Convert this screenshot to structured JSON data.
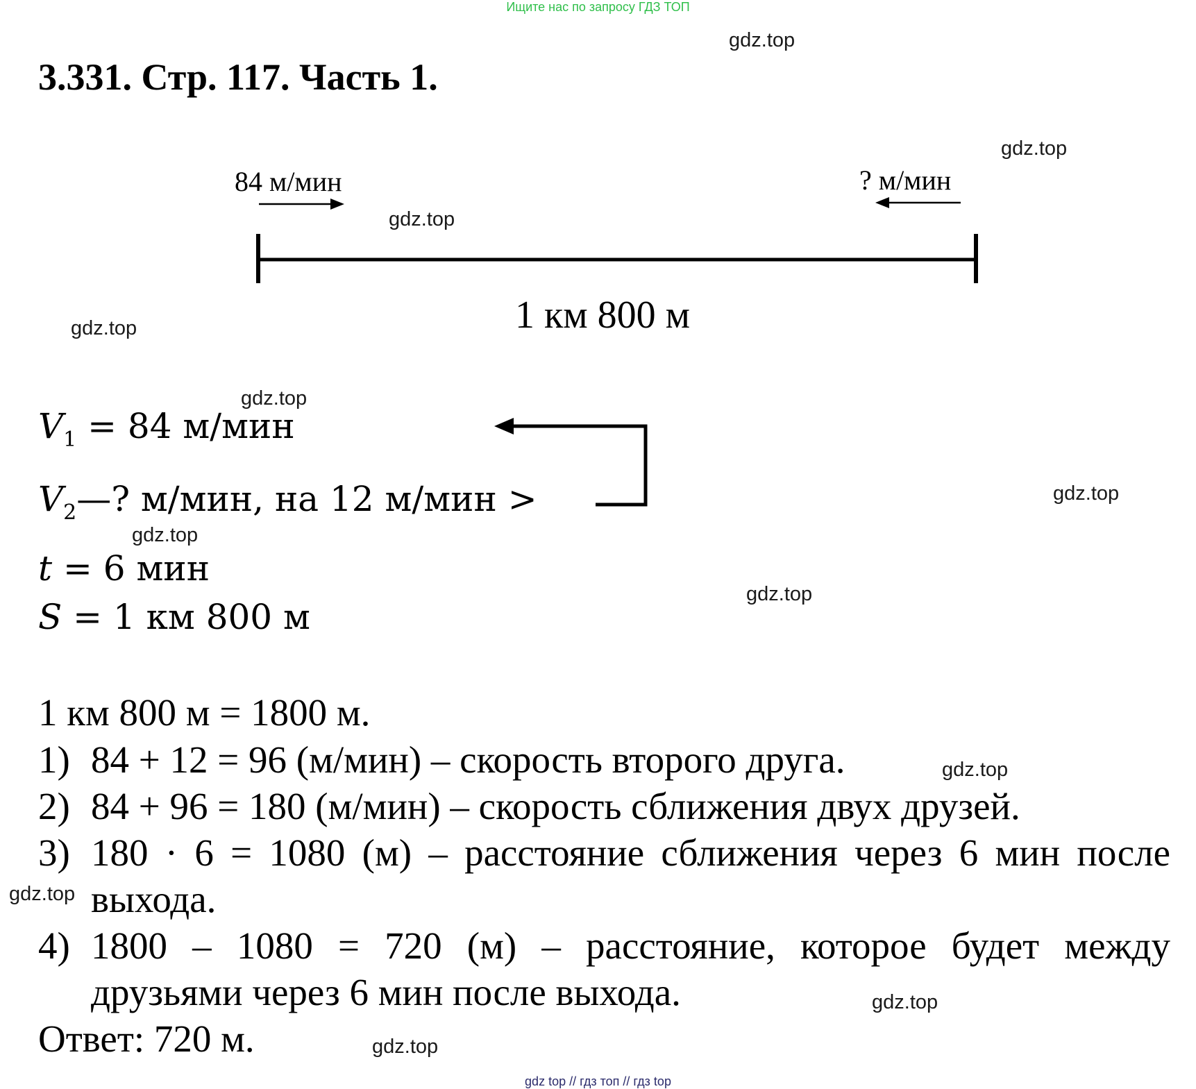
{
  "top_banner": "Ищите нас по запросу ГДЗ ТОП",
  "watermark": "gdz.top",
  "title": "3.331. Стр. 117. Часть 1.",
  "diagram": {
    "left_speed": "84 м/мин",
    "right_speed": "? м/мин",
    "distance": "1 км 800 м"
  },
  "given": {
    "v1_symbol": "V",
    "v1_sub": "1",
    "v1_rest": " = 84 м/мин",
    "v2_symbol": "V",
    "v2_sub": "2",
    "v2_rest": "—?  м/мин, на 12 м/мин >",
    "t_symbol": "t",
    "t_rest": " = 6 мин",
    "s_symbol": "S",
    "s_rest": " = 1 км 800 м"
  },
  "solution": {
    "conversion": "1 км 800 м = 1800 м.",
    "step1_num": "1)",
    "step1_text": "84 + 12 = 96 (м/мин) – скорость второго друга.",
    "step2_num": "2)",
    "step2_text": "84 + 96 = 180 (м/мин) – скорость сближения двух друзей.",
    "step3_num": "3)",
    "step3_line1": "180 · 6 = 1080 (м) – расстояние сближения через 6 мин после",
    "step3_line2": "выхода.",
    "step4_num": "4)",
    "step4_line1": "1800 – 1080 = 720 (м) – расстояние, которое будет между",
    "step4_line2": "друзьями через 6 мин после выхода.",
    "answer": "Ответ: 720 м."
  },
  "footer": "gdz top  //  гдз топ  //  гдз top"
}
